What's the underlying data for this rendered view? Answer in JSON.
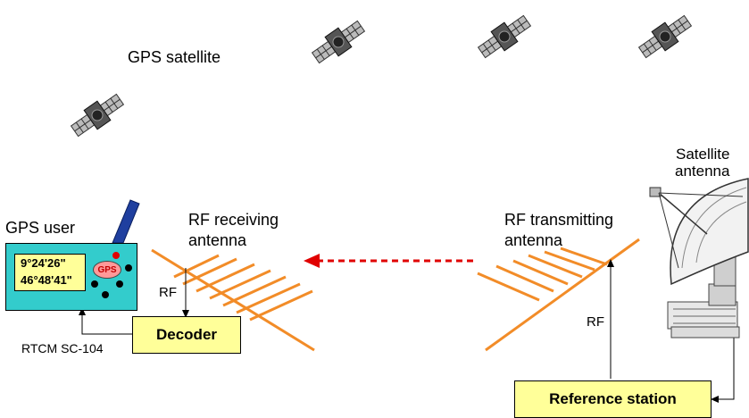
{
  "labels": {
    "gps_satellite": "GPS satellite",
    "satellite_antenna_line1": "Satellite",
    "satellite_antenna_line2": "antenna",
    "gps_user": "GPS user",
    "rf_receiving_line1": "RF receiving",
    "rf_receiving_line2": "antenna",
    "rf_transmitting_line1": "RF transmitting",
    "rf_transmitting_line2": "antenna",
    "rf_left": "RF",
    "rf_right": "RF",
    "rtcm": "RTCM SC-104"
  },
  "device": {
    "coord_line1": "9°24'26\"",
    "coord_line2": "46°48'41\"",
    "button_label": "GPS"
  },
  "boxes": {
    "decoder": "Decoder",
    "reference_station": "Reference station"
  },
  "colors": {
    "antenna": "#f28c28",
    "link_arrow": "#e00000",
    "box_fill": "#ffff99",
    "device_body": "#33cccc",
    "device_antenna": "#1f3f9f"
  }
}
